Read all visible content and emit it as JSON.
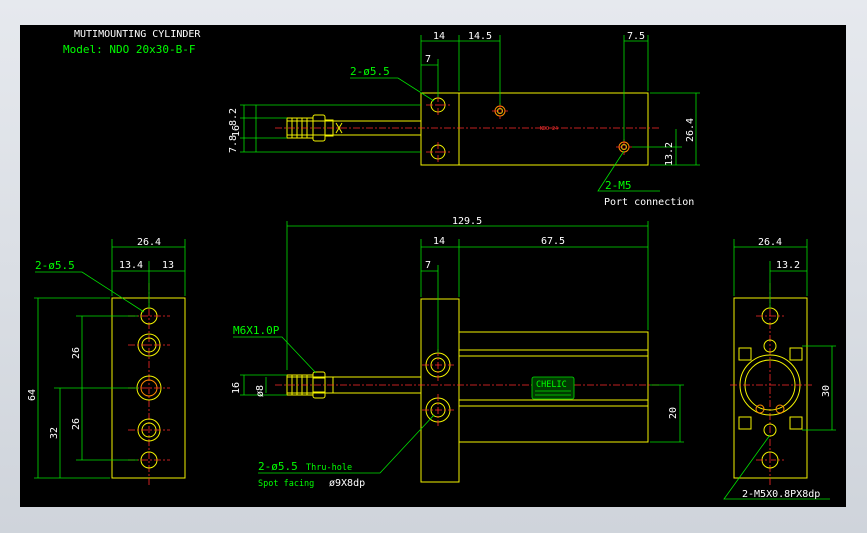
{
  "title": "MUTIMOUNTING CYLINDER",
  "model": "Model: NDO 20x30-B-F",
  "colors": {
    "background": "#000000",
    "outline": "#f2f200",
    "dimension": "#00e000",
    "centerline": "#ff2a2a",
    "text": "#ffffff"
  },
  "top_view": {
    "dims": {
      "d14": "14",
      "d14_5": "14.5",
      "d7_5": "7.5",
      "d7": "7",
      "d16": "16",
      "d7_8": "7.8",
      "d8_2": "8.2",
      "d26_4": "26.4",
      "d13_2": "13.2"
    },
    "hole_label": "2-ø5.5",
    "port_label": "2-M5",
    "port_text": "Port connection",
    "body_mark": "NDO 24"
  },
  "left_view": {
    "dims": {
      "d26_4": "26.4",
      "d13_4": "13.4",
      "d13": "13",
      "d64": "64",
      "d26a": "26",
      "d32": "32",
      "d26b": "26"
    },
    "hole_label": "2-ø5.5"
  },
  "front_view": {
    "dims": {
      "d129_5": "129.5",
      "d14": "14",
      "d67_5": "67.5",
      "d7": "7",
      "d16": "16",
      "d8": "ø8",
      "d20": "20"
    },
    "thread_label": "M6X1.0P",
    "hole_label": "2-ø5.5",
    "thru_hole": "Thru-hole",
    "spot_facing": "Spot facing",
    "spot_dim": "ø9X8dp",
    "badge": "CHELIC"
  },
  "right_view": {
    "dims": {
      "d26_4": "26.4",
      "d13_2": "13.2",
      "d30": "30"
    },
    "port_label": "2-M5X0.8PX8dp"
  }
}
